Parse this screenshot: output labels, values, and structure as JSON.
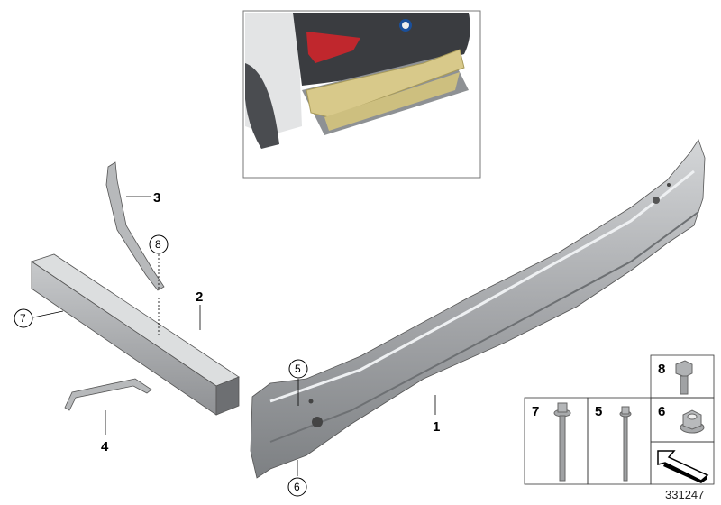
{
  "diagram": {
    "diagram_number": "331247",
    "callouts": [
      {
        "label": "1",
        "style": "plain"
      },
      {
        "label": "2",
        "style": "plain"
      },
      {
        "label": "3",
        "style": "plain"
      },
      {
        "label": "4",
        "style": "plain"
      },
      {
        "label": "5",
        "style": "circled"
      },
      {
        "label": "6",
        "style": "circled"
      },
      {
        "label": "7",
        "style": "circled"
      },
      {
        "label": "8",
        "style": "circled"
      }
    ],
    "hardware_legend": [
      {
        "label": "8",
        "part": "hex-bolt"
      },
      {
        "label": "7",
        "part": "flange-bolt-long"
      },
      {
        "label": "5",
        "part": "flange-bolt-thin"
      },
      {
        "label": "6",
        "part": "flange-nut"
      }
    ],
    "colors": {
      "part_gray": "#a9abae",
      "inset_beam": "#d8c98a",
      "taillight": "#c0272d"
    }
  }
}
